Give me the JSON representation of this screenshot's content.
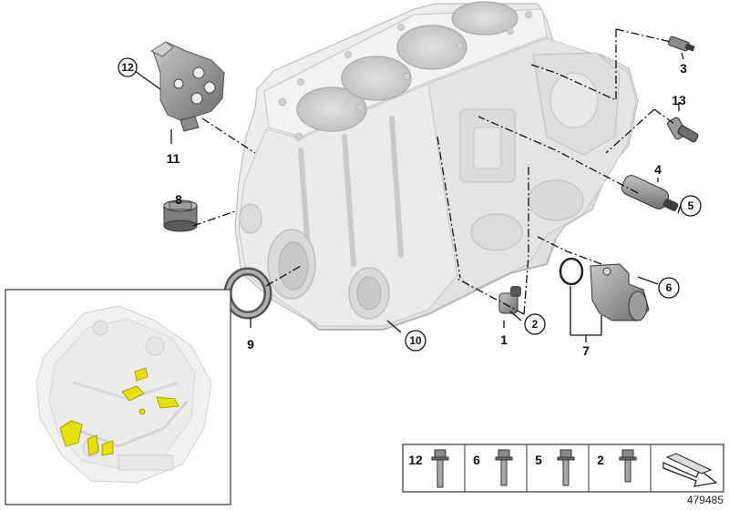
{
  "figure_number": "479485",
  "callouts": {
    "c1": "1",
    "c2": "2",
    "c3": "3",
    "c4": "4",
    "c5": "5",
    "c6": "6",
    "c7": "7",
    "c8": "8",
    "c9": "9",
    "c10": "10",
    "c11": "11",
    "c12": "12",
    "c13": "13"
  },
  "bolt_legend": {
    "items": [
      {
        "number": "12"
      },
      {
        "number": "6"
      },
      {
        "number": "5"
      },
      {
        "number": "2"
      }
    ]
  },
  "colors": {
    "block_fill": "#ededed",
    "block_shadow": "#d4d4d4",
    "bore_fill": "#cfcfcf",
    "part_fill": "#9a9a9a",
    "part_dark": "#444444",
    "highlight_yellow": "#e8e000"
  },
  "icons": {
    "direction_arrow": "arrow-icon"
  }
}
